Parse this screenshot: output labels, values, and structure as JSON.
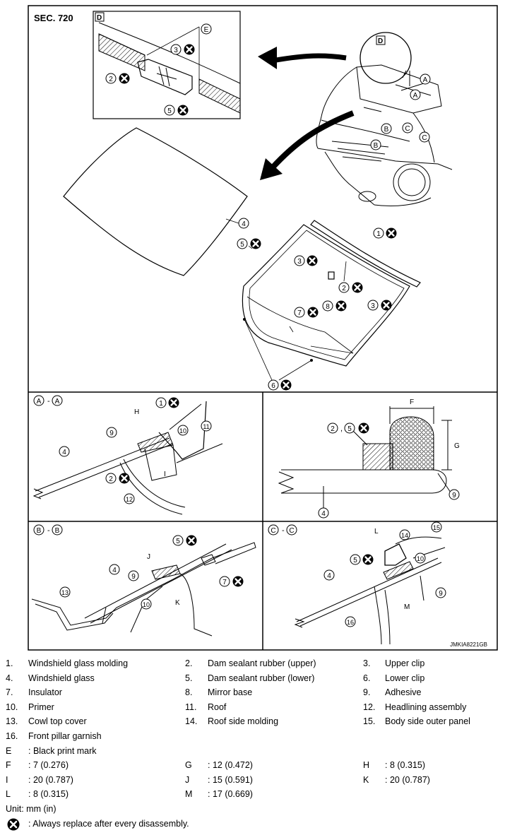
{
  "diagram": {
    "section_label": "SEC. 720",
    "view_labels": [
      "A - A",
      "B - B",
      "C - C"
    ],
    "view_letters": {
      "D": "D",
      "E": "E",
      "A": "A",
      "B": "B",
      "C": "C",
      "F": "F",
      "G": "G",
      "H": "H",
      "I": "I",
      "J": "J",
      "K": "K",
      "L": "L",
      "M": "M"
    },
    "callouts": {
      "n1": "1",
      "n2": "2",
      "n3": "3",
      "n4": "4",
      "n5": "5",
      "n6": "6",
      "n7": "7",
      "n8": "8",
      "n9": "9",
      "n10": "10",
      "n11": "11",
      "n12": "12",
      "n13": "13",
      "n14": "14",
      "n15": "15",
      "n16": "16"
    },
    "figure_code": "JMKIA8221GB"
  },
  "legend": {
    "parts": [
      {
        "num": "1.",
        "label": "Windshield glass molding"
      },
      {
        "num": "2.",
        "label": "Dam sealant rubber (upper)"
      },
      {
        "num": "3.",
        "label": "Upper clip"
      },
      {
        "num": "4.",
        "label": "Windshield glass"
      },
      {
        "num": "5.",
        "label": "Dam sealant rubber (lower)"
      },
      {
        "num": "6.",
        "label": "Lower clip"
      },
      {
        "num": "7.",
        "label": "Insulator"
      },
      {
        "num": "8.",
        "label": "Mirror base"
      },
      {
        "num": "9.",
        "label": "Adhesive"
      },
      {
        "num": "10.",
        "label": "Primer"
      },
      {
        "num": "11.",
        "label": "Roof"
      },
      {
        "num": "12.",
        "label": "Headlining assembly"
      },
      {
        "num": "13.",
        "label": "Cowl top cover"
      },
      {
        "num": "14.",
        "label": "Roof side molding"
      },
      {
        "num": "15.",
        "label": "Body side outer panel"
      },
      {
        "num": "16.",
        "label": "Front pillar garnish"
      }
    ],
    "marks": [
      {
        "key": "E",
        "value": ": Black print mark"
      }
    ],
    "dimensions": [
      {
        "key": "F",
        "value": ": 7 (0.276)"
      },
      {
        "key": "G",
        "value": ": 12 (0.472)"
      },
      {
        "key": "H",
        "value": ": 8 (0.315)"
      },
      {
        "key": "I",
        "value": ": 20 (0.787)"
      },
      {
        "key": "J",
        "value": ": 15 (0.591)"
      },
      {
        "key": "K",
        "value": ": 20 (0.787)"
      },
      {
        "key": "L",
        "value": ": 8 (0.315)"
      },
      {
        "key": "M",
        "value": ": 17 (0.669)"
      }
    ],
    "unit": "Unit: mm (in)",
    "replace_note": ": Always replace after every disassembly."
  }
}
